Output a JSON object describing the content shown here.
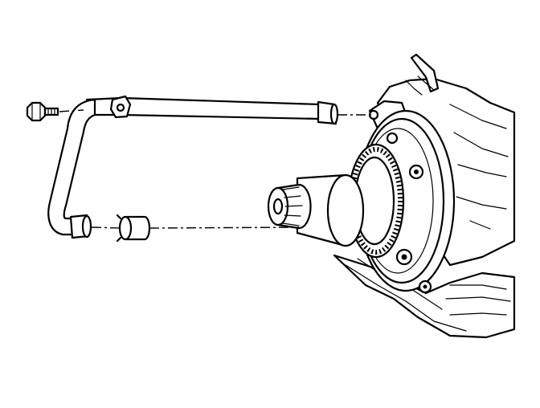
{
  "diagram": {
    "parts": [
      {
        "id": "bolt",
        "icon": "bolt-icon"
      },
      {
        "id": "cooler-pipe",
        "icon": "pipe-icon"
      },
      {
        "id": "seal-ring",
        "icon": "seal-ring-icon"
      },
      {
        "id": "transmission-case",
        "icon": "transmission-icon"
      }
    ],
    "colors": {
      "line": "#000000",
      "background": "#ffffff"
    }
  }
}
